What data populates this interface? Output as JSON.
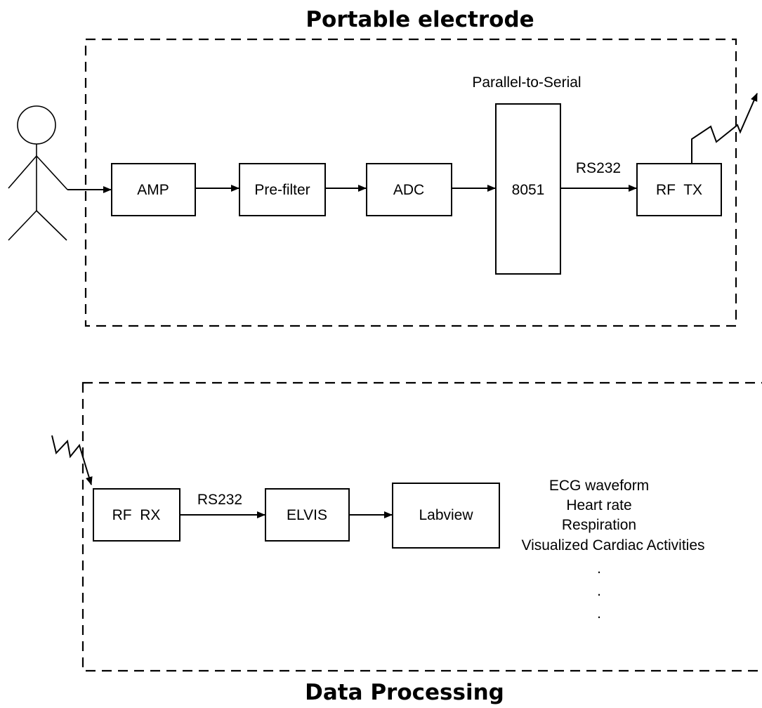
{
  "titles": {
    "top": "Portable electrode",
    "bottom": "Data Processing"
  },
  "portable": {
    "amp": "AMP",
    "prefilter": "Pre-filter",
    "adc": "ADC",
    "mcu": "8051",
    "mcu_caption": "Parallel-to-Serial",
    "link": "RS232",
    "rf_tx": "RF  TX"
  },
  "processing": {
    "rf_rx": "RF  RX",
    "link": "RS232",
    "elvis": "ELVIS",
    "labview": "Labview",
    "outputs": [
      "ECG waveform",
      "Heart rate",
      "Respiration",
      "Visualized Cardiac Activities"
    ],
    "dots": ".",
    "ellipsis_count": 3
  }
}
